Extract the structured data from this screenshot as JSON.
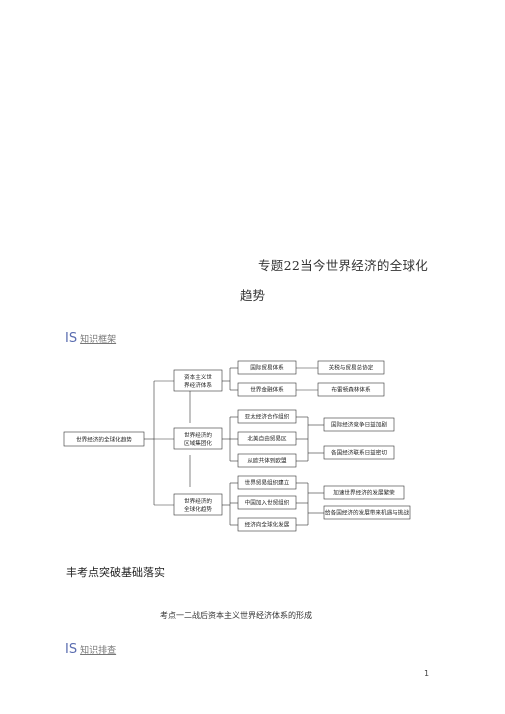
{
  "title": {
    "line1": "专题22当今世界经济的全球化",
    "line2": "趋势"
  },
  "section_zhishi_kuangjia": {
    "prefix": "IS",
    "label": "知识框架"
  },
  "mindmap": {
    "root": "世界经济的全球化趋势",
    "branch1": {
      "label_l1": "资本主义世",
      "label_l2": "界经济体系",
      "child1": "国际贸易体系",
      "child2": "世界金融体系",
      "result1": "关税与贸易总协定",
      "result2": "布雷顿森林体系"
    },
    "branch2": {
      "label_l1": "世界经济的",
      "label_l2": "区域集团化",
      "child1": "亚太经济合作组织",
      "child2": "北美自由贸易区",
      "child3": "从欧共体到欧盟",
      "result1": "国际经济竞争日益加剧",
      "result2": "各国经济联系日益密切"
    },
    "branch3": {
      "label_l1": "世界经济的",
      "label_l2": "全球化趋势",
      "child1": "世界贸易组织建立",
      "child2": "中国加入世贸组织",
      "child3": "经济向全球化发展",
      "result1": "加速世界经济的发展繁荣",
      "result2": "给各国经济的发展带来机遇与挑战"
    }
  },
  "heading_kaodian_tupo": "丰考点突破基础落实",
  "kaodian_title": "考点一二战后资本主义世界经济体系的形成",
  "section_zhishi_shuli": {
    "prefix": "IS",
    "label": "知识排查"
  },
  "page_number": "1"
}
